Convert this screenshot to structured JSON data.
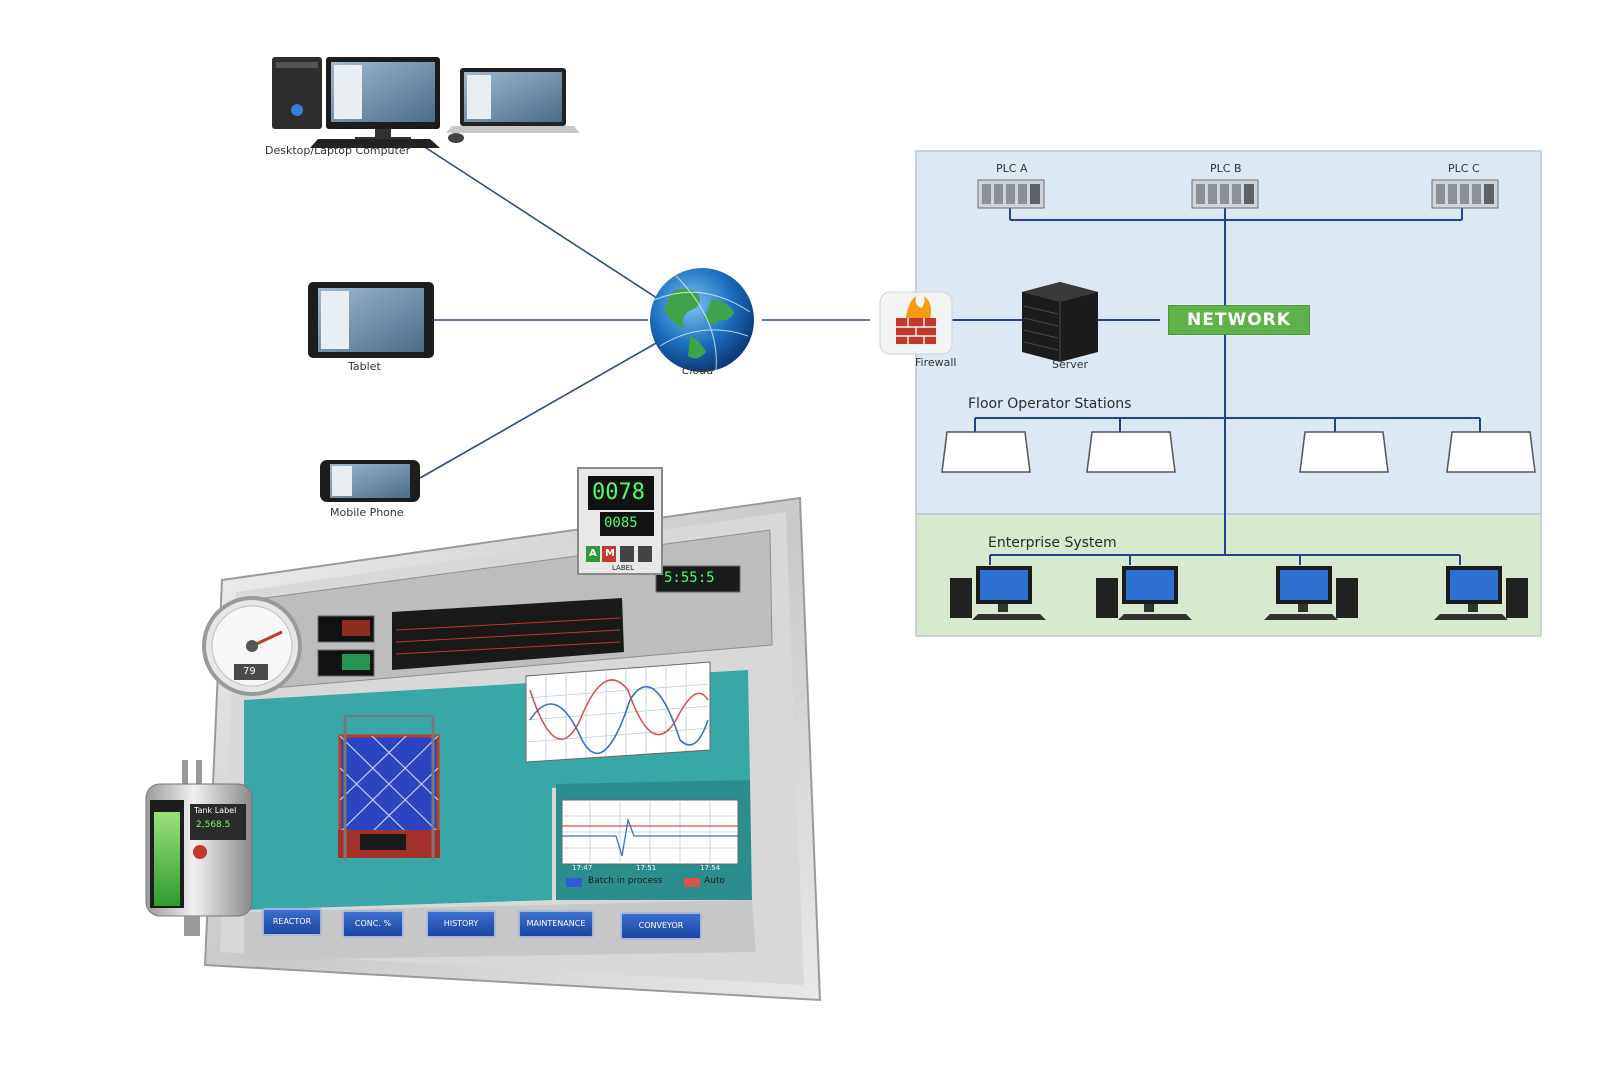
{
  "devices": {
    "desktop_label": "Desktop/Laptop Computer",
    "tablet_label": "Tablet",
    "phone_label": "Mobile Phone",
    "cloud_label": "Cloud"
  },
  "plant_network": {
    "plc_labels": [
      "PLC A",
      "PLC B",
      "PLC C"
    ],
    "firewall_label": "Firewall",
    "server_label": "Server",
    "network_label": "NETWORK",
    "floor_stations_label": "Floor Operator Stations",
    "enterprise_label": "Enterprise System"
  },
  "hmi": {
    "buttons": [
      "REACTOR",
      "CONC. %",
      "HISTORY",
      "MAINTENANCE",
      "CONVEYOR"
    ],
    "gauge_value": "79",
    "controller": {
      "pv_value": "0078",
      "sp_value": "0085",
      "btn_a": "A",
      "btn_m": "M",
      "label": "LABEL"
    },
    "clock": "5:55:5",
    "tank": {
      "title": "Tank Label",
      "value": "2,568.5"
    },
    "legend": [
      "Batch in process",
      "Auto"
    ],
    "trend_times": [
      "17:47",
      "17:51",
      "17:54"
    ]
  },
  "colors": {
    "link_line": "#2f4a8a",
    "plant_bg": "#dce9f5",
    "enterprise_bg": "#d7ead0",
    "network_green": "#5fb24a",
    "hmi_teal": "#3aa7a7"
  }
}
